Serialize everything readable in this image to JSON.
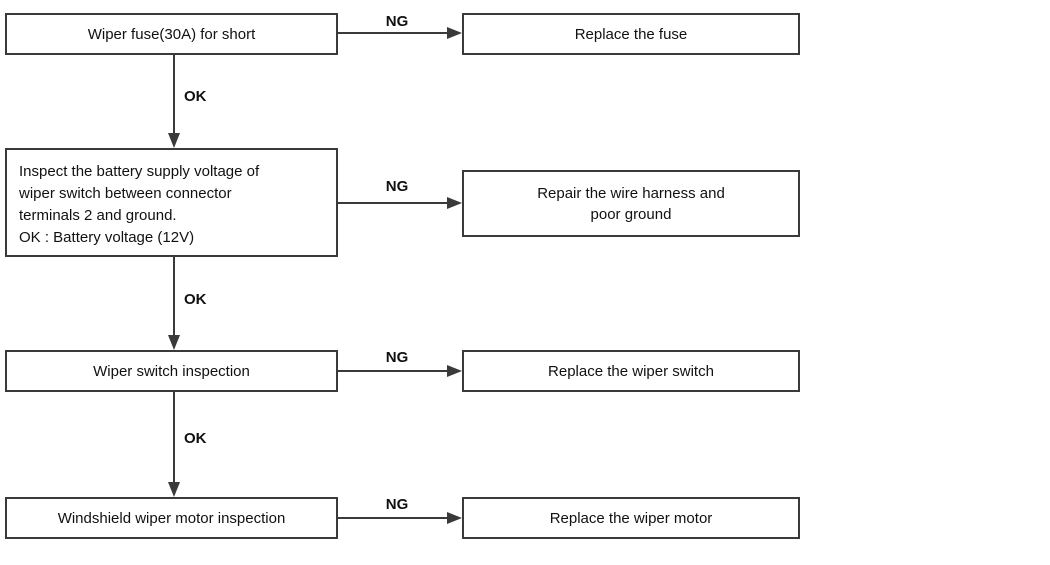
{
  "labels": {
    "ok": "OK",
    "ng": "NG"
  },
  "steps": [
    {
      "check": "Wiper fuse(30A) for short",
      "ng_action": "Replace the fuse"
    },
    {
      "check": "Inspect the battery supply voltage of\nwiper switch between connector\nterminals 2 and ground.\nOK : Battery voltage (12V)",
      "ng_action": "Repair the wire harness and\npoor ground"
    },
    {
      "check": "Wiper switch inspection",
      "ng_action": "Replace the wiper switch"
    },
    {
      "check": "Windshield wiper motor inspection",
      "ng_action": "Replace the wiper motor"
    }
  ]
}
